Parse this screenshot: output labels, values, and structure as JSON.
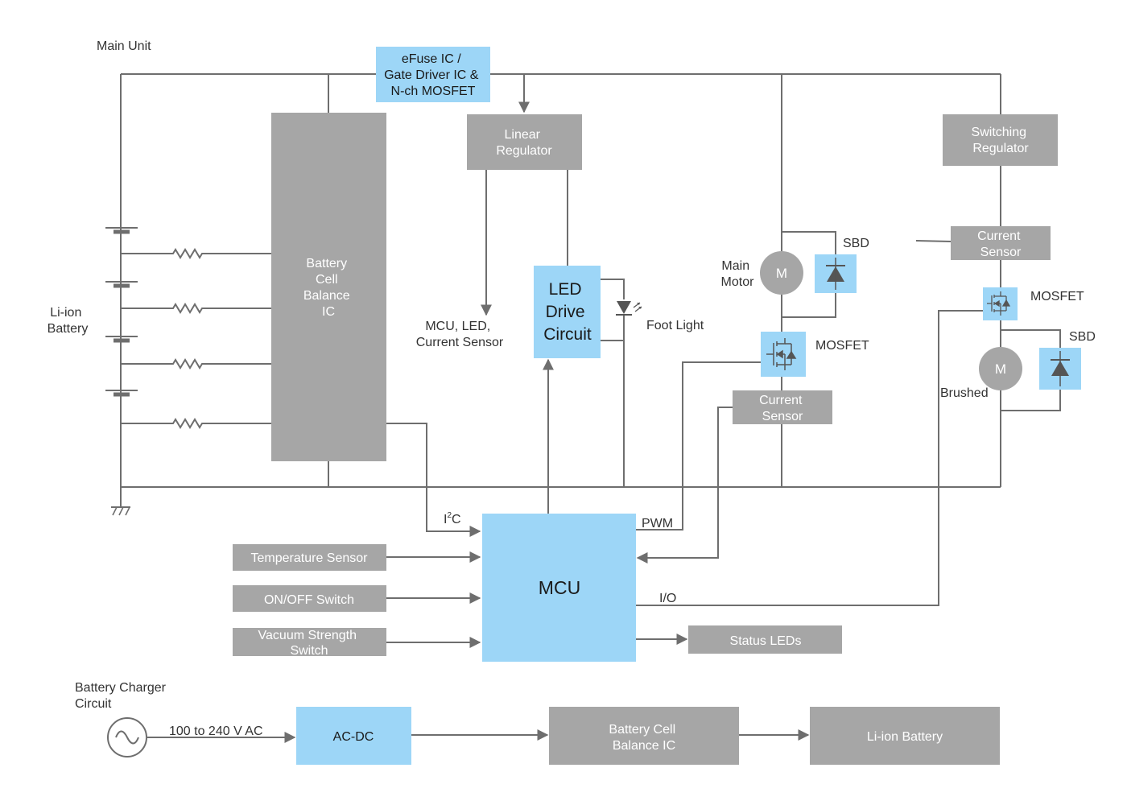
{
  "main_unit": {
    "title": "Main Unit",
    "battery_label": [
      "Li-ion",
      "Battery"
    ],
    "efuse": [
      "eFuse IC /",
      "Gate Driver IC &",
      "N-ch MOSFET"
    ],
    "linear_regulator": [
      "Linear",
      "Regulator"
    ],
    "cell_balance": [
      "Battery",
      "Cell",
      "Balance",
      "IC"
    ],
    "mcu_led_cs": [
      "MCU, LED,",
      "Current Sensor"
    ],
    "led_drive": [
      "LED",
      "Drive",
      "Circuit"
    ],
    "foot_light": "Foot Light",
    "main_motor": [
      "Main",
      "Motor"
    ],
    "motor_symbol": "M",
    "sbd": "SBD",
    "mosfet": "MOSFET",
    "current_sensor": [
      "Current",
      "Sensor"
    ],
    "switching_regulator": [
      "Switching",
      "Regulator"
    ],
    "brushed": "Brushed",
    "i2c_base": "I",
    "i2c_sup": "2",
    "i2c_tail": "C",
    "pwm": "PWM",
    "io": "I/O",
    "mcu": "MCU",
    "temperature_sensor": "Temperature Sensor",
    "on_off_switch": "ON/OFF Switch",
    "vacuum_switch": [
      "Vacuum Strength",
      "Switch"
    ],
    "status_leds": "Status LEDs"
  },
  "charger": {
    "title": [
      "Battery Charger",
      "Circuit"
    ],
    "ac_input": "100 to 240 V AC",
    "ac_dc": "AC-DC",
    "cell_balance": [
      "Battery Cell",
      "Balance IC"
    ],
    "battery": "Li-ion Battery"
  },
  "colors": {
    "gray_block": "#a6a6a6",
    "blue_block": "#9dd6f7",
    "wire": "#6e6e6e"
  }
}
